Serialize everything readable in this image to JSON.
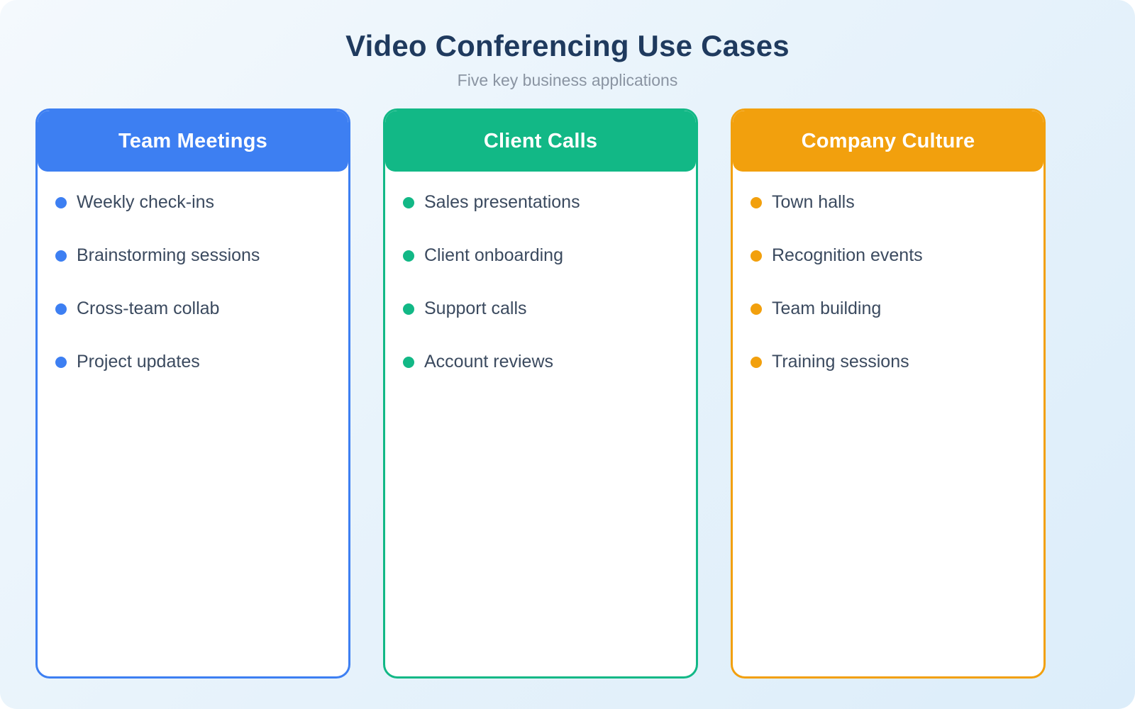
{
  "header": {
    "title": "Video Conferencing Use Cases",
    "subtitle": "Five key business applications"
  },
  "colors": {
    "background_start": "#f4f9fd",
    "background_end": "#dcedfa",
    "title_text": "#1f3a5e",
    "subtitle_text": "#8a94a2",
    "item_text": "#3b4a5f",
    "card_background": "#ffffff",
    "card_header_text": "#ffffff"
  },
  "cards": [
    {
      "title": "Team Meetings",
      "accent_color": "#3d7ff2",
      "items": [
        "Weekly check-ins",
        "Brainstorming sessions",
        "Cross-team collab",
        "Project updates"
      ]
    },
    {
      "title": "Client Calls",
      "accent_color": "#12b886",
      "items": [
        "Sales presentations",
        "Client onboarding",
        "Support calls",
        "Account reviews"
      ]
    },
    {
      "title": "Company Culture",
      "accent_color": "#f2a00d",
      "items": [
        "Town halls",
        "Recognition events",
        "Team building",
        "Training sessions"
      ]
    }
  ]
}
